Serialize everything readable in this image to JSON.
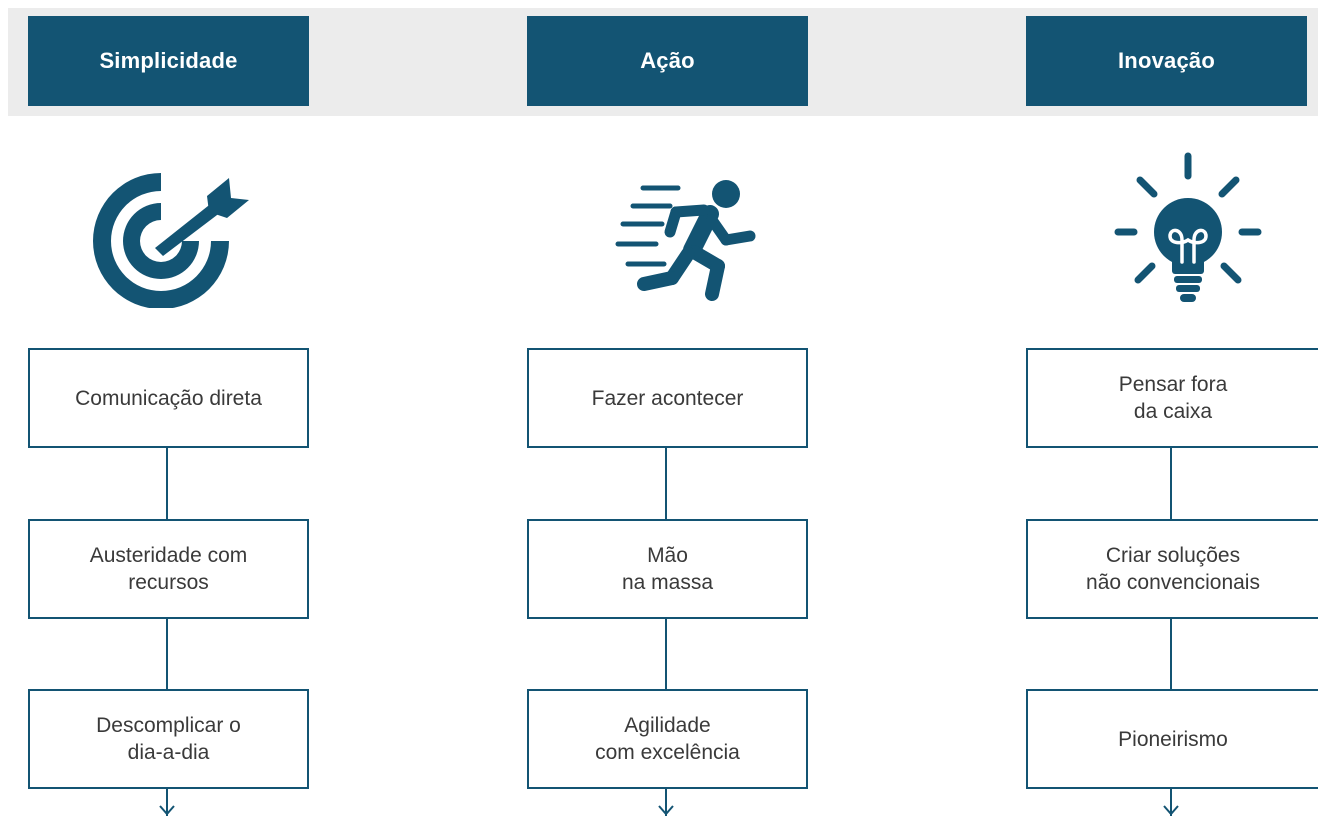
{
  "colors": {
    "primary": "#135473",
    "band": "#ececec",
    "text": "#3a3a3a"
  },
  "columns": [
    {
      "title": "Simplicidade",
      "icon": "target-arrow-icon",
      "items": [
        {
          "line1": "Comunicação direta",
          "line2": ""
        },
        {
          "line1": "Austeridade com",
          "line2": "recursos"
        },
        {
          "line1": "Descomplicar o",
          "line2": "dia-a-dia"
        }
      ]
    },
    {
      "title": "Ação",
      "icon": "running-person-icon",
      "items": [
        {
          "line1": "Fazer acontecer",
          "line2": ""
        },
        {
          "line1": "Mão",
          "line2": "na massa"
        },
        {
          "line1": "Agilidade",
          "line2": "com excelência"
        }
      ]
    },
    {
      "title": "Inovação",
      "icon": "light-bulb-icon",
      "items": [
        {
          "line1": "Pensar fora",
          "line2": "da caixa"
        },
        {
          "line1": "Criar soluções",
          "line2": "não convencionais"
        },
        {
          "line1": "Pioneirismo",
          "line2": ""
        }
      ]
    }
  ]
}
